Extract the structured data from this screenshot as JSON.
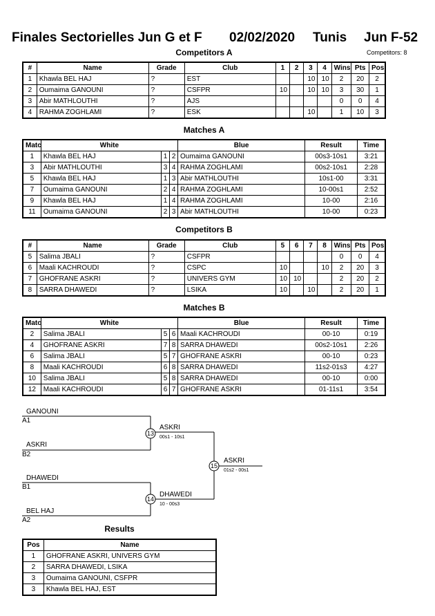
{
  "header": {
    "event": "Finales Sectorielles Jun G et F",
    "date": "02/02/2020",
    "city": "Tunis",
    "category": "Jun F-52"
  },
  "competitors_a": {
    "title": "Competitors A",
    "count_label": "Competitors: 8",
    "columns": [
      "#",
      "Name",
      "Grade",
      "Club",
      "1",
      "2",
      "3",
      "4",
      "Wins",
      "Pts",
      "Pos"
    ],
    "rows": [
      [
        "1",
        "Khawla BEL HAJ",
        "?",
        "EST",
        "",
        "",
        "10",
        "10",
        "2",
        "20",
        "2"
      ],
      [
        "2",
        "Oumaima GANOUNI",
        "?",
        "CSFPR",
        "10",
        "",
        "10",
        "10",
        "3",
        "30",
        "1"
      ],
      [
        "3",
        "Abir MATHLOUTHI",
        "?",
        "AJS",
        "",
        "",
        "",
        "",
        "0",
        "0",
        "4"
      ],
      [
        "4",
        "RAHMA ZOGHLAMI",
        "?",
        "ESK",
        "",
        "",
        "10",
        "",
        "1",
        "10",
        "3"
      ]
    ]
  },
  "matches_a": {
    "title": "Matches A",
    "columns": [
      "Match",
      "White",
      "Blue",
      "Result",
      "Time"
    ],
    "rows": [
      [
        "1",
        "Khawla BEL HAJ",
        "1",
        "2",
        "Oumaima GANOUNI",
        "00s3-10s1",
        "3:21"
      ],
      [
        "3",
        "Abir MATHLOUTHI",
        "3",
        "4",
        "RAHMA ZOGHLAMI",
        "00s2-10s1",
        "2:28"
      ],
      [
        "5",
        "Khawla BEL HAJ",
        "1",
        "3",
        "Abir MATHLOUTHI",
        "10s1-00",
        "3:31"
      ],
      [
        "7",
        "Oumaima GANOUNI",
        "2",
        "4",
        "RAHMA ZOGHLAMI",
        "10-00s1",
        "2:52"
      ],
      [
        "9",
        "Khawla BEL HAJ",
        "1",
        "4",
        "RAHMA ZOGHLAMI",
        "10-00",
        "2:16"
      ],
      [
        "11",
        "Oumaima GANOUNI",
        "2",
        "3",
        "Abir MATHLOUTHI",
        "10-00",
        "0:23"
      ]
    ]
  },
  "competitors_b": {
    "title": "Competitors B",
    "columns": [
      "#",
      "Name",
      "Grade",
      "Club",
      "5",
      "6",
      "7",
      "8",
      "Wins",
      "Pts",
      "Pos"
    ],
    "rows": [
      [
        "5",
        "Salima JBALI",
        "?",
        "CSFPR",
        "",
        "",
        "",
        "",
        "0",
        "0",
        "4"
      ],
      [
        "6",
        "Maali KACHROUDI",
        "?",
        "CSPC",
        "10",
        "",
        "",
        "10",
        "2",
        "20",
        "3"
      ],
      [
        "7",
        "GHOFRANE ASKRI",
        "?",
        "UNIVERS GYM",
        "10",
        "10",
        "",
        "",
        "2",
        "20",
        "2"
      ],
      [
        "8",
        "SARRA DHAWEDI",
        "?",
        "LSIKA",
        "10",
        "",
        "10",
        "",
        "2",
        "20",
        "1"
      ]
    ]
  },
  "matches_b": {
    "title": "Matches B",
    "columns": [
      "Match",
      "White",
      "Blue",
      "Result",
      "Time"
    ],
    "rows": [
      [
        "2",
        "Salima JBALI",
        "5",
        "6",
        "Maali KACHROUDI",
        "00-10",
        "0:19"
      ],
      [
        "4",
        "GHOFRANE ASKRI",
        "7",
        "8",
        "SARRA DHAWEDI",
        "00s2-10s1",
        "2:26"
      ],
      [
        "6",
        "Salima JBALI",
        "5",
        "7",
        "GHOFRANE ASKRI",
        "00-10",
        "0:23"
      ],
      [
        "8",
        "Maali KACHROUDI",
        "6",
        "8",
        "SARRA DHAWEDI",
        "11s2-01s3",
        "4:27"
      ],
      [
        "10",
        "Salima JBALI",
        "5",
        "8",
        "SARRA DHAWEDI",
        "00-10",
        "0:00"
      ],
      [
        "12",
        "Maali KACHROUDI",
        "6",
        "7",
        "GHOFRANE ASKRI",
        "01-11s1",
        "3:54"
      ]
    ]
  },
  "bracket": {
    "sf1_top_name": "GANOUNI",
    "sf1_top_seed": "A1",
    "sf1_bottom_name": "ASKRI",
    "sf1_bottom_seed": "B2",
    "sf1_match": "13",
    "sf1_winner": "ASKRI",
    "sf1_score": "00s1 - 10s1",
    "sf2_top_name": "DHAWEDI",
    "sf2_top_seed": "B1",
    "sf2_bottom_name": "BEL HAJ",
    "sf2_bottom_seed": "A2",
    "sf2_match": "14",
    "sf2_winner": "DHAWEDI",
    "sf2_score": "10 - 00s3",
    "final_match": "15",
    "final_winner": "ASKRI",
    "final_score": "01s2 - 00s1"
  },
  "results": {
    "title": "Results",
    "columns": [
      "Pos",
      "Name"
    ],
    "rows": [
      [
        "1",
        "GHOFRANE ASKRI, UNIVERS GYM"
      ],
      [
        "2",
        "SARRA DHAWEDI, LSIKA"
      ],
      [
        "3",
        "Oumaima GANOUNI, CSFPR"
      ],
      [
        "3",
        "Khawla BEL HAJ, EST"
      ]
    ]
  }
}
